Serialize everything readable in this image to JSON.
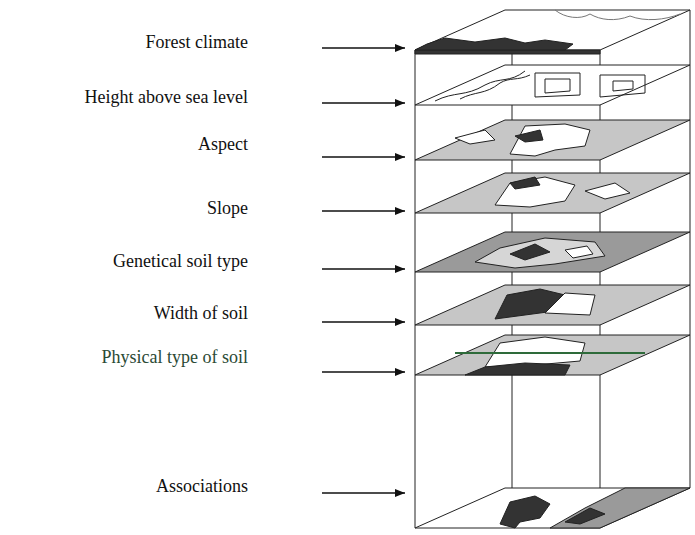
{
  "diagram": {
    "labels": [
      "Forest climate",
      "Height above sea level",
      "Aspect",
      "Slope",
      "Genetical soil type",
      "Width of soil",
      "Physical type of soil",
      "Associations"
    ]
  }
}
